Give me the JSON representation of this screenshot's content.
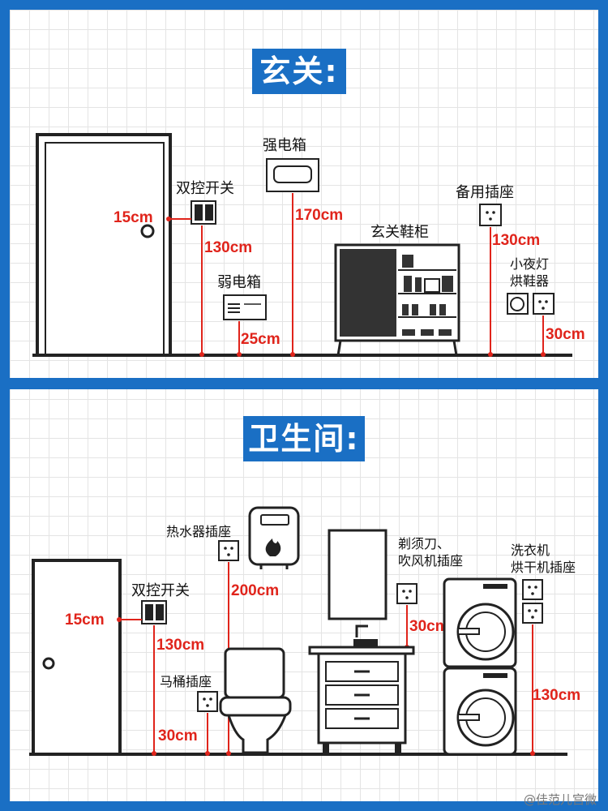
{
  "sections": {
    "entryway": {
      "title": "玄关:",
      "labels": {
        "double_switch": "双控开关",
        "strong_box": "强电箱",
        "weak_box": "弱电箱",
        "spare_socket": "备用插座",
        "shoe_cabinet": "玄关鞋柜",
        "night_light_1": "小夜灯",
        "night_light_2": "烘鞋器"
      },
      "measurements": {
        "switch_offset": "15cm",
        "switch_height": "130cm",
        "strong_box_height": "170cm",
        "weak_box_height": "25cm",
        "spare_socket_height": "130cm",
        "night_light_height": "30cm"
      }
    },
    "bathroom": {
      "title": "卫生间:",
      "labels": {
        "heater_socket": "热水器插座",
        "double_switch": "双控开关",
        "razor_1": "剃须刀、",
        "razor_2": "吹风机插座",
        "washer_1": "洗衣机",
        "washer_2": "烘干机插座",
        "toilet_socket": "马桶插座"
      },
      "measurements": {
        "switch_offset": "15cm",
        "switch_height": "130cm",
        "heater_height": "200cm",
        "razor_height": "30cm",
        "washer_height": "130cm",
        "toilet_height": "30cm"
      }
    }
  },
  "watermark": "@佳范儿宫微",
  "colors": {
    "brand_blue": "#1a6fc4",
    "measure_red": "#e0241b",
    "line_dark": "#222222"
  }
}
